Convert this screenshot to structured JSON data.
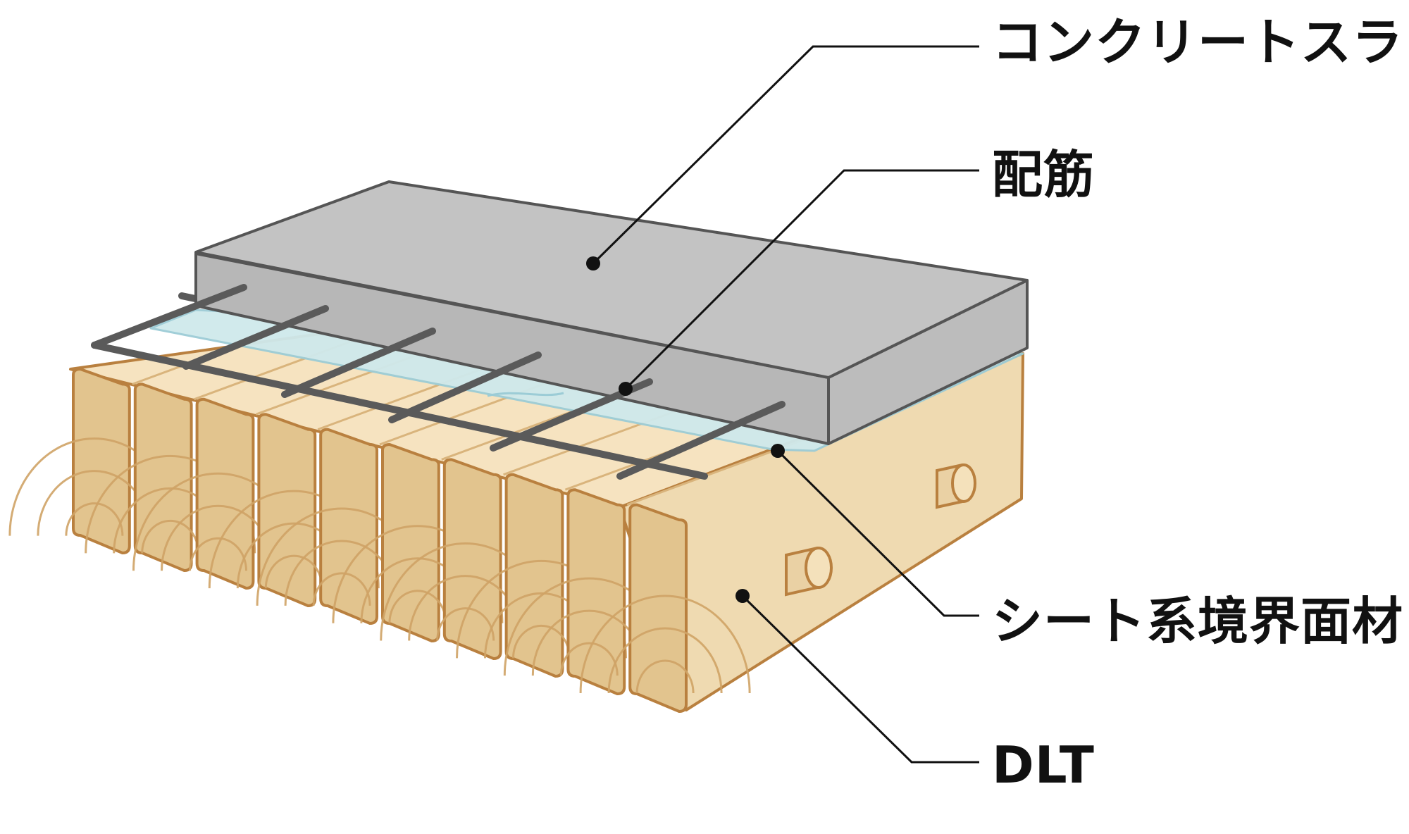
{
  "labels": {
    "concrete_slab": "コンクリートスラブ",
    "rebar": "配筋",
    "sheet_interface": "シート系境界面材",
    "dlt": "DLT"
  },
  "colors": {
    "concrete_top": "#c3c3c3",
    "concrete_side": "#b3b3b3",
    "concrete_outline": "#555555",
    "rebar": "#5a5a5a",
    "sheet": "#cfe9ec",
    "sheet_edge": "#9cccd6",
    "wood_top": "#f6e3c0",
    "wood_side": "#efdab1",
    "wood_end": "#e2c48e",
    "wood_outline": "#b9803f",
    "leader": "#111111"
  }
}
